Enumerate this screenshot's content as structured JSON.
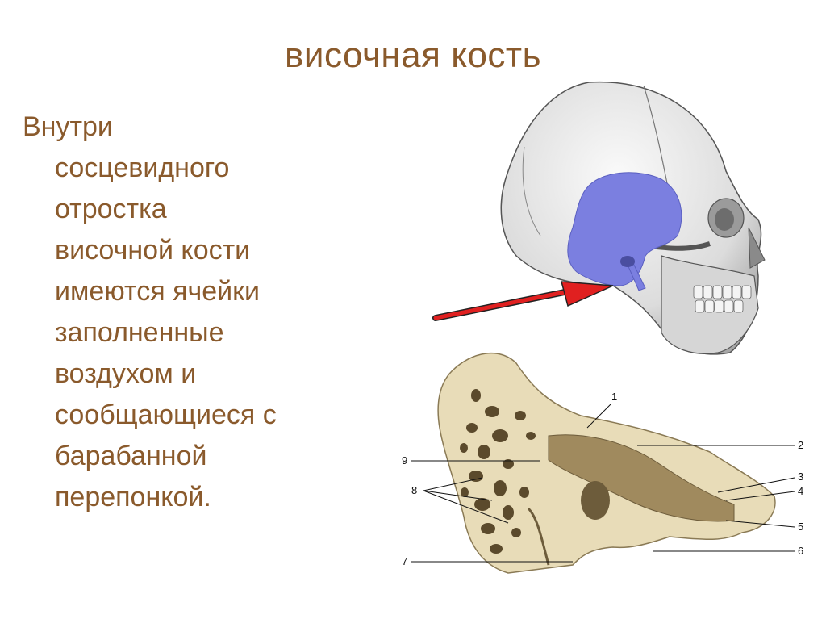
{
  "slide": {
    "title": "височная кость",
    "body_lines": [
      "Внутри",
      "сосцевидного",
      "отростка",
      "височной кости",
      "имеются ячейки",
      "заполненные",
      "воздухом и",
      "сообщающиеся с",
      "барабанной",
      "перепонкой."
    ]
  },
  "figures": {
    "skull": {
      "icon": "skull-lateral-view-illustration",
      "highlight_color": "#7b7fe0",
      "arrow_color": "#e02020"
    },
    "temporal_bone": {
      "icon": "temporal-bone-section-illustration",
      "callouts": [
        "1",
        "2",
        "3",
        "4",
        "5",
        "6",
        "7",
        "8",
        "9"
      ]
    }
  },
  "colors": {
    "text": "#8a5a2c",
    "background": "#ffffff"
  }
}
